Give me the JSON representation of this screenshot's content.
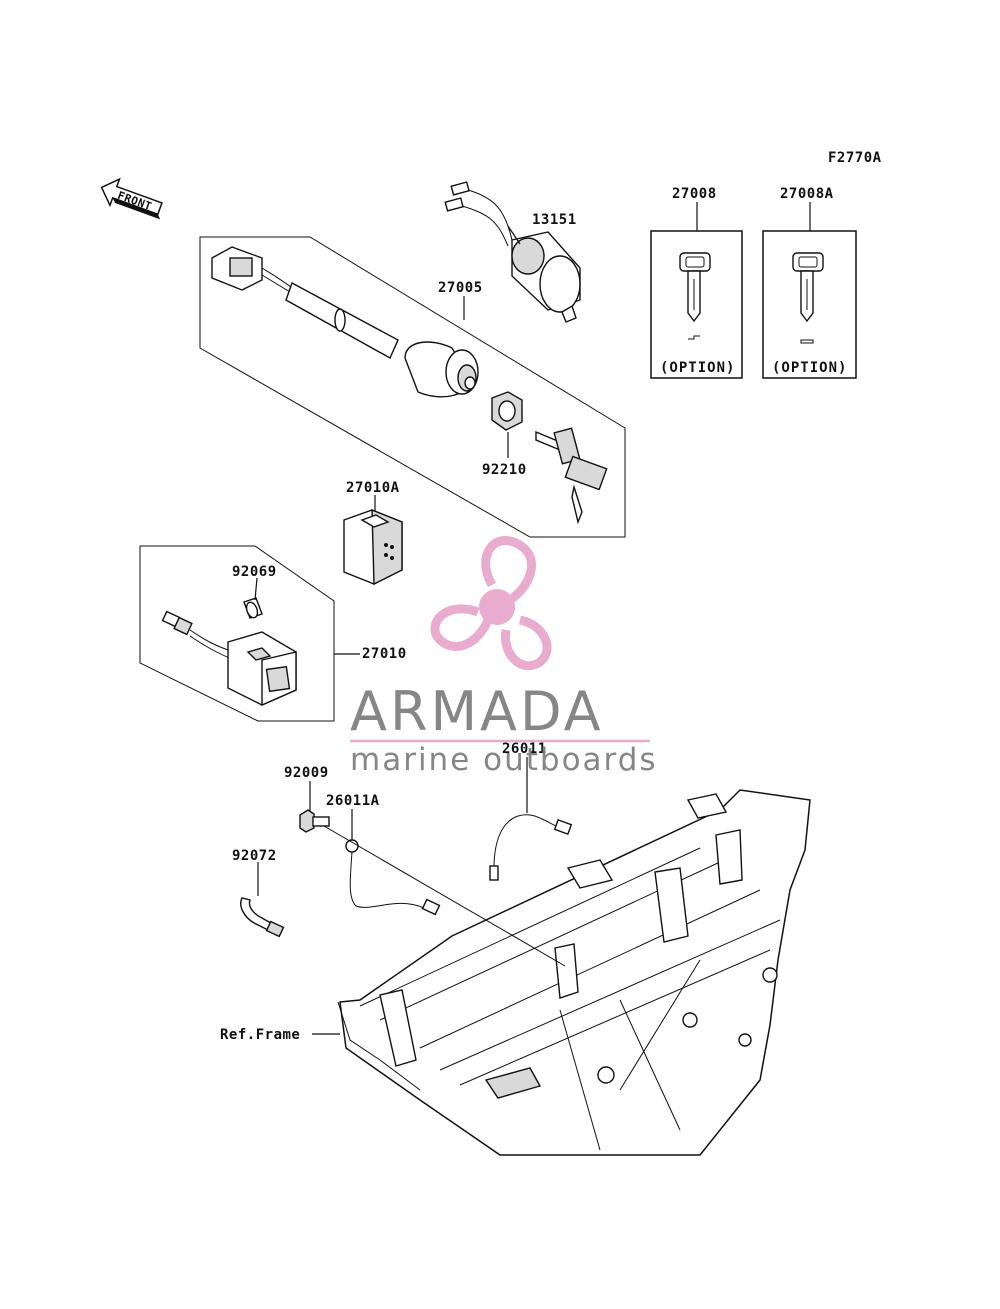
{
  "figure_code": "F2770A",
  "front_arrow_label": "FRONT",
  "parts": {
    "p13151": "13151",
    "p27005": "27005",
    "p27008": "27008",
    "p27008A": "27008A",
    "p92210": "92210",
    "p27010A": "27010A",
    "p92069": "92069",
    "p27010": "27010",
    "p26011": "26011",
    "p92009": "92009",
    "p26011A": "26011A",
    "p92072": "92072",
    "ref_frame": "Ref.Frame"
  },
  "option_label": "(OPTION)",
  "watermark": {
    "brand": "ARMADA",
    "tagline": "marine outboards",
    "colors": {
      "logo": "#e9a8cc",
      "text": "#808080"
    }
  }
}
